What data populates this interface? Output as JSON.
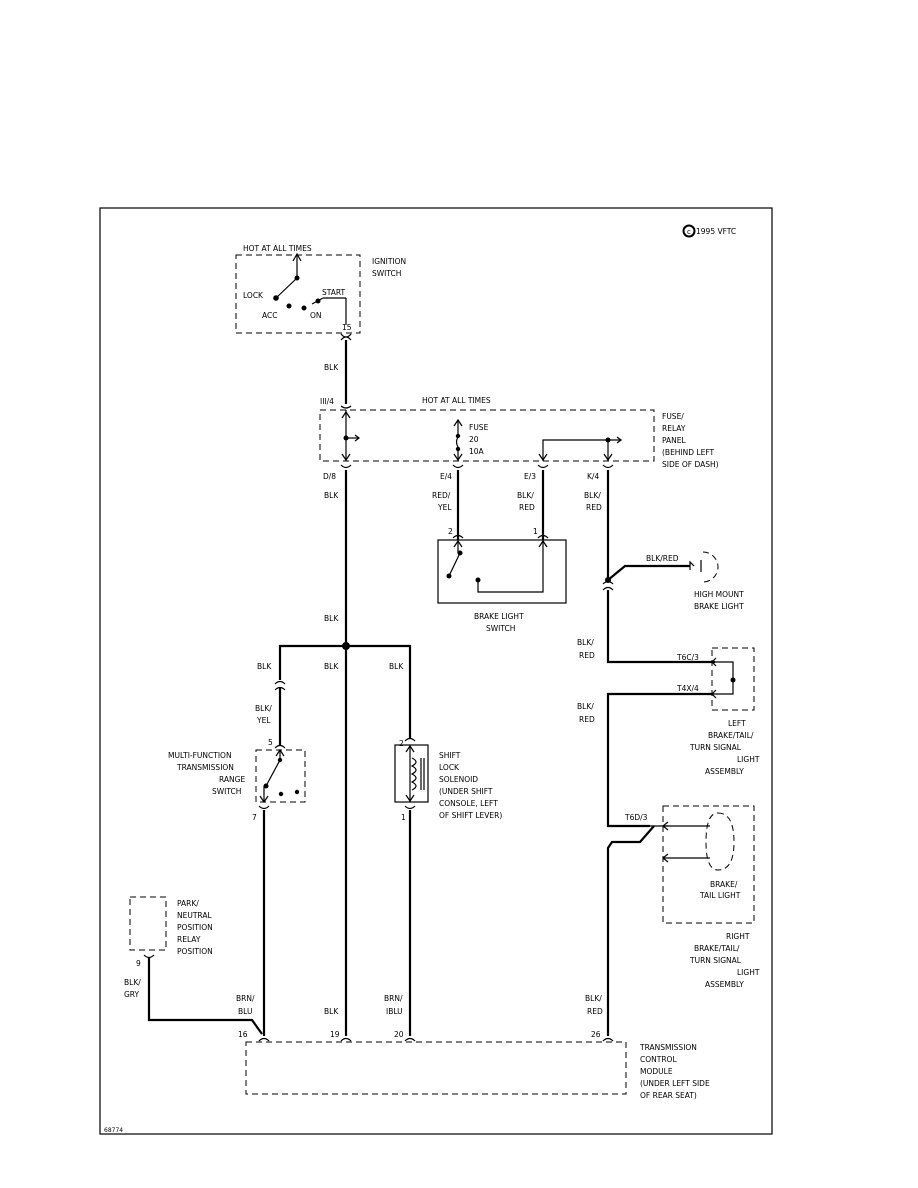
{
  "copyright": "1995 VFTC",
  "figure_id": "68774",
  "ignition": {
    "hot_label": "HOT AT ALL TIMES",
    "title_lines": [
      "IGNITION",
      "SWITCH"
    ],
    "lock": "LOCK",
    "acc": "ACC",
    "on": "ON",
    "start": "START",
    "pin": "15"
  },
  "fuse_panel": {
    "hot_label": "HOT AT ALL TIMES",
    "title_lines": [
      "FUSE/",
      "RELAY",
      "PANEL",
      "(BEHIND LEFT",
      "SIDE OF DASH)"
    ],
    "fuse_lines": [
      "FUSE",
      "20",
      "10A"
    ],
    "pins": {
      "top": "III/4",
      "d8": "D/8",
      "e4": "E/4",
      "e3": "E/3",
      "k4": "K/4"
    }
  },
  "brake_switch": {
    "title_lines": [
      "BRAKE LIGHT",
      "SWITCH"
    ],
    "pin2": "2",
    "pin1": "1"
  },
  "high_mount": {
    "wire": "BLK/RED",
    "title_lines": [
      "HIGH MOUNT",
      "BRAKE LIGHT"
    ]
  },
  "left_lamp": {
    "pin_t6c": "T6C/3",
    "pin_t4x": "T4X/4",
    "title_lines": [
      "LEFT",
      "BRAKE/TAIL/",
      "TURN SIGNAL",
      "LIGHT",
      "ASSEMBLY"
    ]
  },
  "right_lamp": {
    "pin": "T6D/3",
    "bulb_lines": [
      "BRAKE/",
      "TAIL LIGHT"
    ],
    "title_lines": [
      "RIGHT",
      "BRAKE/TAIL/",
      "TURN SIGNAL",
      "LIGHT",
      "ASSEMBLY"
    ]
  },
  "mf_switch": {
    "title_lines": [
      "MULTI-FUNCTION",
      "TRANSMISSION",
      "RANGE",
      "SWITCH"
    ],
    "pin5": "5",
    "pin7": "7"
  },
  "solenoid": {
    "title_lines": [
      "SHIFT",
      "LOCK",
      "SOLENOID",
      "(UNDER SHIFT",
      "CONSOLE, LEFT",
      "OF SHIFT LEVER)"
    ],
    "pin2": "2",
    "pin1": "1"
  },
  "pn_relay": {
    "title_lines": [
      "PARK/",
      "NEUTRAL",
      "POSITION",
      "RELAY",
      "POSITION"
    ],
    "pin": "9"
  },
  "tcm": {
    "title_lines": [
      "TRANSMISSION",
      "CONTROL",
      "MODULE",
      "(UNDER LEFT SIDE",
      "OF REAR SEAT)"
    ],
    "pins": {
      "p16": "16",
      "p19": "19",
      "p20": "20",
      "p26": "26"
    }
  },
  "wires": {
    "blk_ign": "BLK",
    "blk_d8": "BLK",
    "blk_mid": "BLK",
    "blk_left": "BLK",
    "blk_center": "BLK",
    "blk_right": "BLK",
    "blk_tcm19": "BLK",
    "red_yel": [
      "RED/",
      "YEL"
    ],
    "blk_red_e3": [
      "BLK/",
      "RED"
    ],
    "blk_red_k4": [
      "BLK/",
      "RED"
    ],
    "blk_red_t6c": [
      "BLK/",
      "RED"
    ],
    "blk_red_t4x": [
      "BLK/",
      "RED"
    ],
    "blk_red_26": [
      "BLK/",
      "RED"
    ],
    "blk_yel": [
      "BLK/",
      "YEL"
    ],
    "blk_gry": [
      "BLK/",
      "GRY"
    ],
    "brn_blu": [
      "BRN/",
      "BLU"
    ],
    "brn_iblu": [
      "BRN/",
      "IBLU"
    ]
  }
}
